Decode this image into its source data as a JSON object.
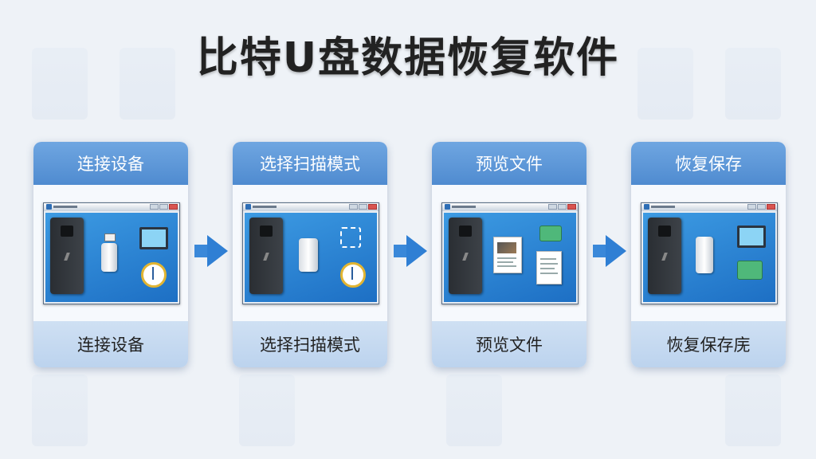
{
  "title": "比特U盘数据恢复软件",
  "steps": [
    {
      "header": "连接设备",
      "footer": "连接设备"
    },
    {
      "header": "选择扫描模式",
      "footer": "选择扫描模式"
    },
    {
      "header": "预览文件",
      "footer": "预览文件"
    },
    {
      "header": "恢复保存",
      "footer": "恢复保存庑"
    }
  ],
  "colors": {
    "card_header": "#5a95d8",
    "card_footer": "#c6d9f0",
    "arrow": "#2f7fd4",
    "window_body": "#2a84d3"
  },
  "icons": {
    "step1": [
      "phone-device-icon",
      "usb-cable-icon",
      "monitor-icon",
      "gauge-icon"
    ],
    "step2": [
      "phone-device-icon",
      "usb-drive-icon",
      "chip-scan-icon",
      "gauge-icon"
    ],
    "step3": [
      "phone-device-icon",
      "image-document-icon",
      "text-document-icon",
      "network-icon"
    ],
    "step4": [
      "phone-device-icon",
      "usb-drive-icon",
      "monitor-icon",
      "recovery-box-icon"
    ]
  }
}
